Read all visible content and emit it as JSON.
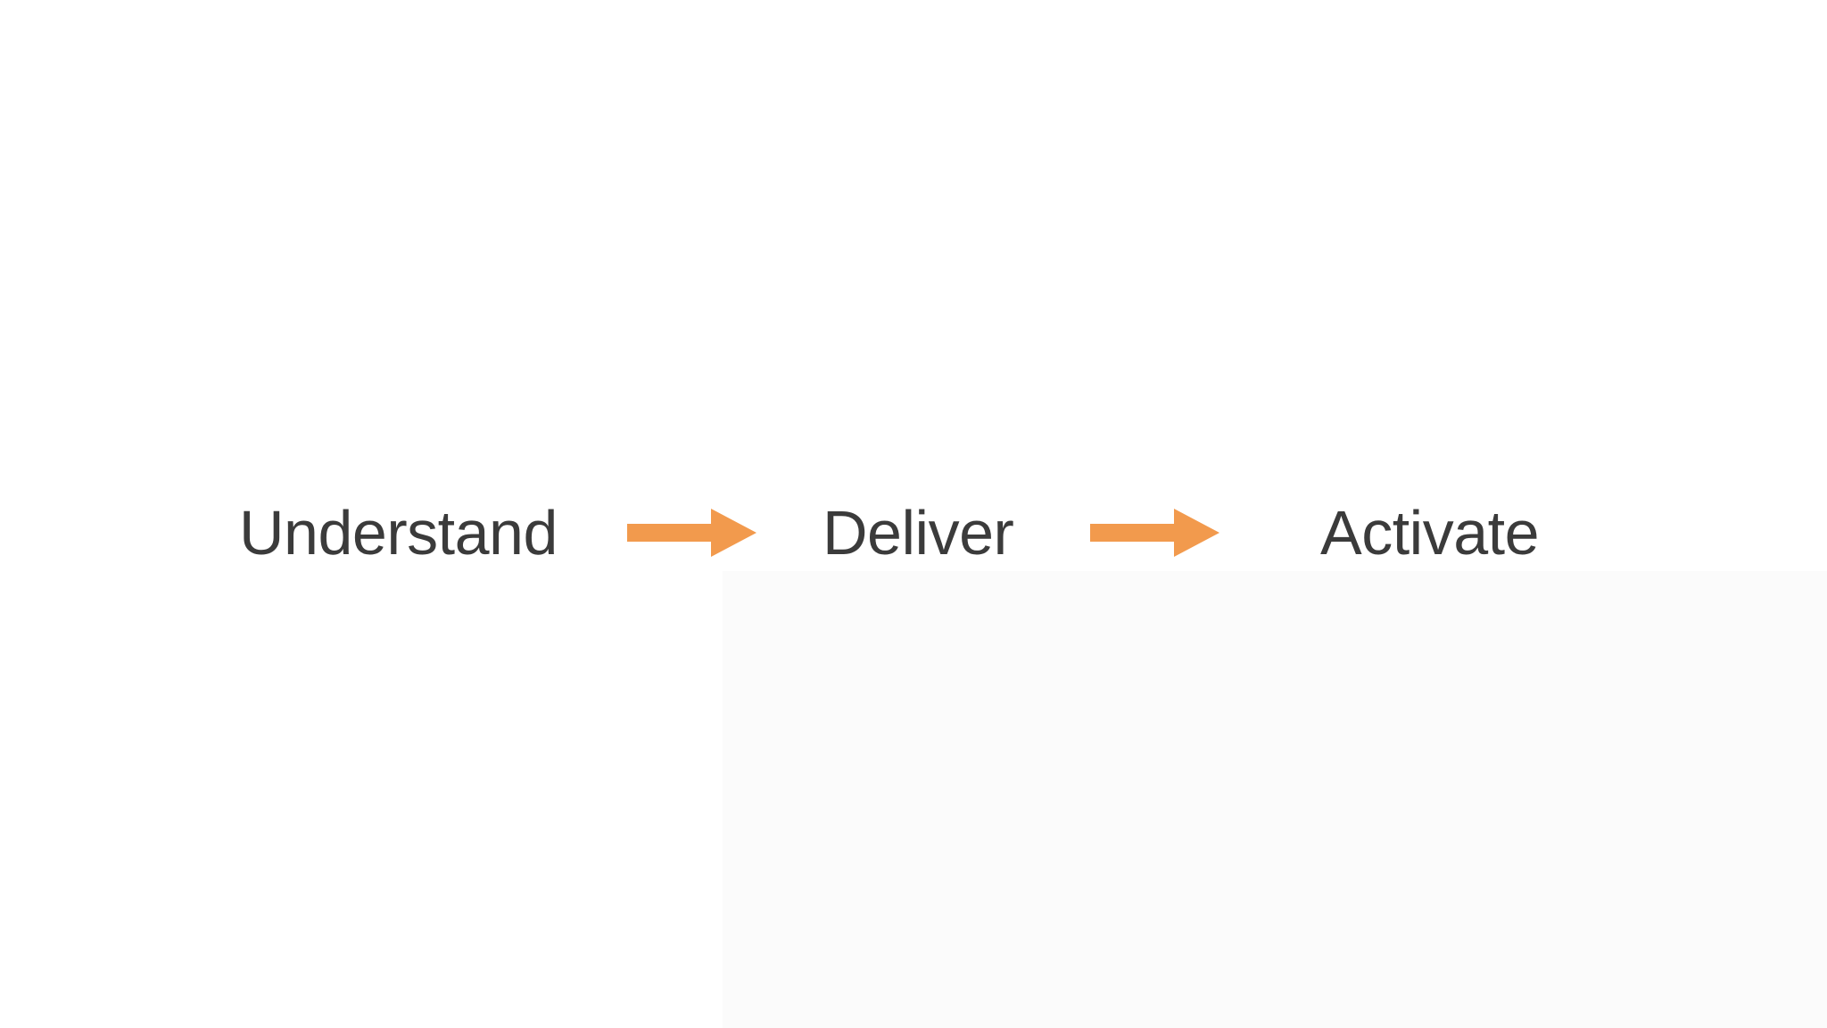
{
  "slide": {
    "background_color": "#ffffff",
    "panel_color": "#fbfbfb",
    "text_color": "#3b3b3b",
    "accent_color": "#f29a4d"
  },
  "flow": {
    "name": "three-step-process-flow",
    "steps": [
      {
        "label": "Understand",
        "order": 1
      },
      {
        "label": "Deliver",
        "order": 2
      },
      {
        "label": "Activate",
        "order": 3
      }
    ],
    "connectors": [
      {
        "icon": "right-arrow-icon",
        "from": "Understand",
        "to": "Deliver"
      },
      {
        "icon": "right-arrow-icon",
        "from": "Deliver",
        "to": "Activate"
      }
    ]
  }
}
